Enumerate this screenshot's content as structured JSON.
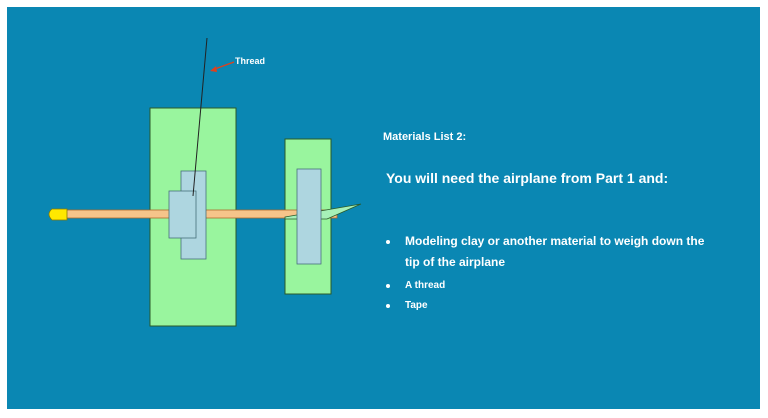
{
  "diagram": {
    "thread_label": "Thread",
    "colors": {
      "background": "#0a87b3",
      "wing": "#99f59e",
      "tape": "#aed6e0",
      "body": "#f6c48a",
      "nose": "#ffe800",
      "arrow": "#e0401c"
    }
  },
  "text": {
    "title": "Materials List 2:",
    "subtitle": "You will need the airplane from Part 1 and:",
    "bullets": [
      "Modeling clay or another material to weigh down the tip of the airplane",
      "A thread",
      "Tape"
    ]
  }
}
